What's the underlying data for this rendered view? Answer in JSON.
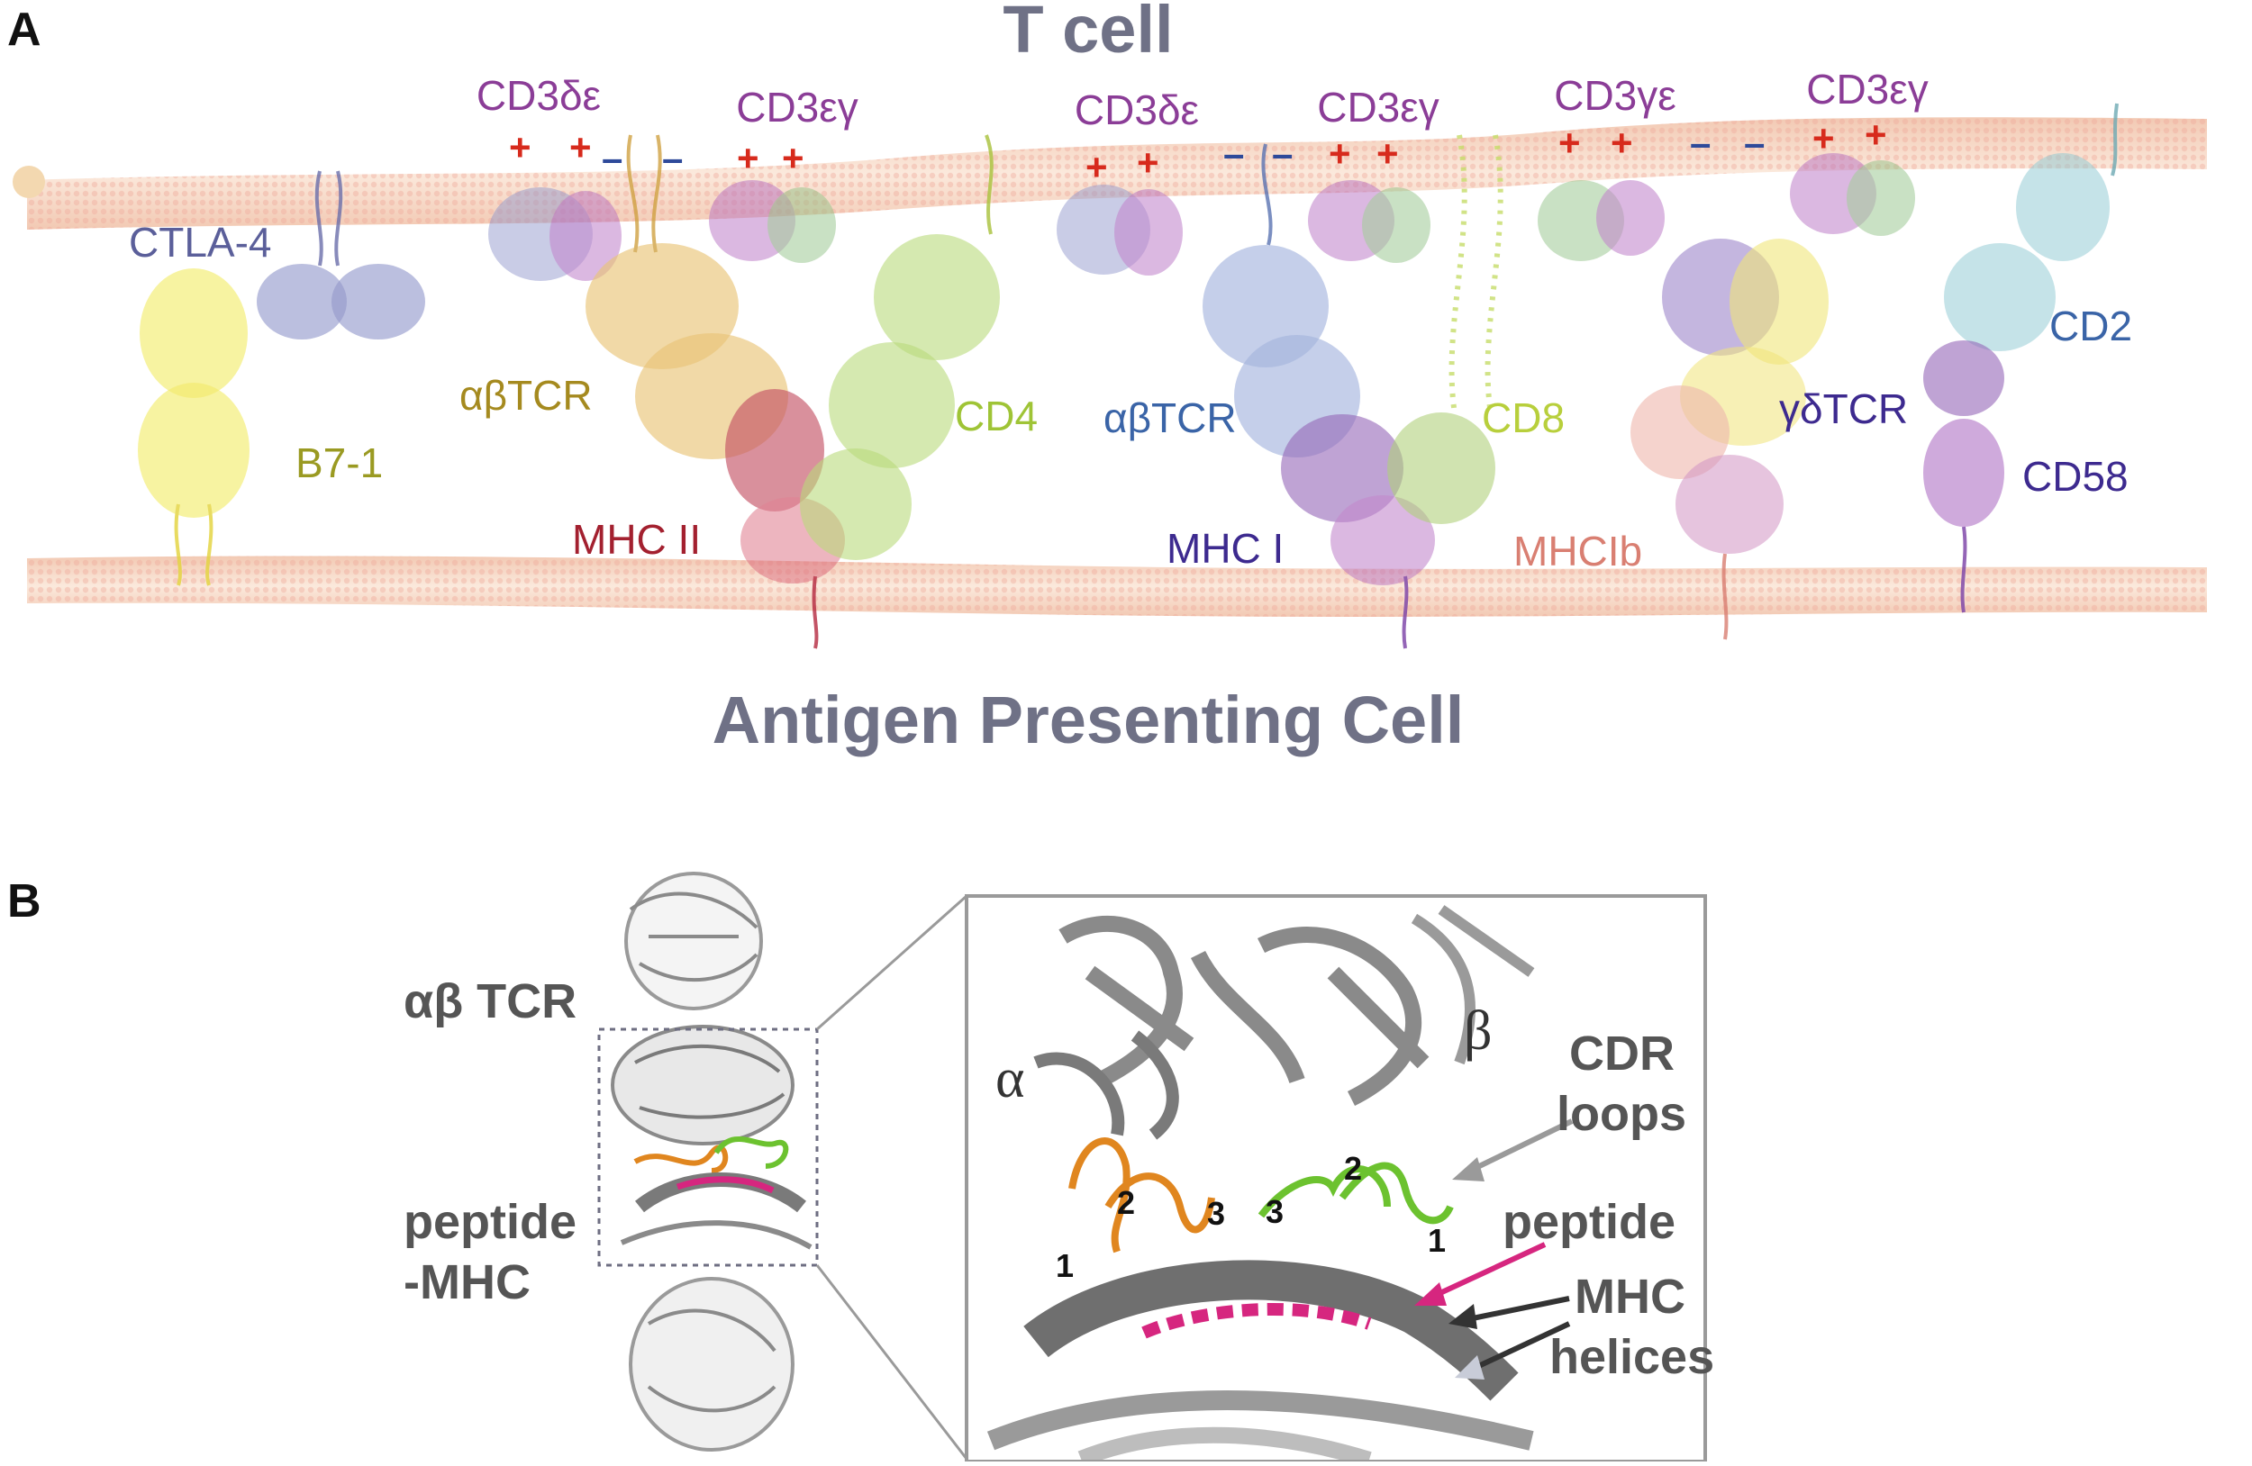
{
  "panel_a": {
    "letter": "A",
    "top_cell": "T cell",
    "bottom_cell": "Antigen Presenting Cell",
    "complexes": [
      {
        "name": "CD3δε",
        "color": "#8b3d97"
      },
      {
        "name": "CD3εγ",
        "color": "#8b3d97"
      },
      {
        "name": "CD3δε",
        "color": "#8b3d97"
      },
      {
        "name": "CD3εγ",
        "color": "#8b3d97"
      },
      {
        "name": "CD3γε",
        "color": "#8b3d97"
      },
      {
        "name": "CD3εγ",
        "color": "#8b3d97"
      }
    ],
    "molecules": {
      "ctla4": "CTLA-4",
      "b71": "B7-1",
      "abtcr_1": "αβTCR",
      "mhc2": "MHC II",
      "cd4": "CD4",
      "abtcr_2": "αβTCR",
      "mhc1": "MHC I",
      "cd8": "CD8",
      "gdtcr": "γδTCR",
      "mhc1b": "MHCIb",
      "cd2": "CD2",
      "cd58": "CD58"
    },
    "charges": {
      "plus": "+",
      "minus": "–"
    },
    "colors": {
      "ctla4": "#5b5f9a",
      "b71": "#9a9a22",
      "abtcr_1": "#a58a1f",
      "mhc2": "#a3202f",
      "cd4": "#9fc436",
      "abtcr_2": "#3a64a7",
      "mhc1": "#3d2a8f",
      "cd8": "#b8cf3c",
      "gdtcr": "#3d2a8f",
      "mhc1b": "#d97f72",
      "cd2": "#3a64a7",
      "cd58": "#3d2a8f",
      "plus": "#d72a1c",
      "minus": "#2e4a9a",
      "membrane": "#f5d6c5"
    }
  },
  "panel_b": {
    "letter": "B",
    "overview_labels": {
      "tcr": "αβ TCR",
      "pmhc_line1": "peptide",
      "pmhc_line2": "-MHC"
    },
    "chain_labels": {
      "alpha": "α",
      "beta": "β"
    },
    "cdr_numbers": [
      "1",
      "2",
      "3",
      "3",
      "2",
      "1"
    ],
    "callouts": {
      "cdr_line1": "CDR",
      "cdr_line2": "loops",
      "peptide": "peptide",
      "mhc_line1": "MHC",
      "mhc_line2": "helices"
    },
    "colors": {
      "alpha_cdr": "#e0861f",
      "beta_cdr": "#6cc22f",
      "peptide": "#d6267f",
      "structure": "#8a8a8a"
    }
  }
}
